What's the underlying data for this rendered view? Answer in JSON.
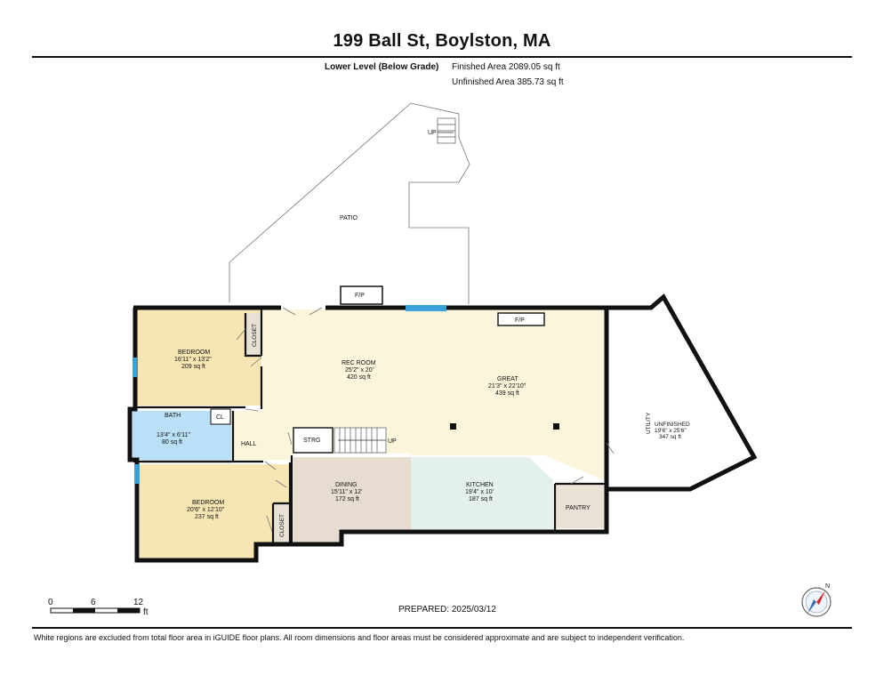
{
  "header": {
    "title": "199 Ball St, Boylston, MA",
    "level_label": "Lower Level (Below Grade)",
    "finished_area": "Finished Area 2089.05 sq ft",
    "unfinished_area": "Unfinished Area 385.73 sq ft"
  },
  "rooms": {
    "bedroom1": {
      "name": "BEDROOM",
      "dims": "16'11\" x 13'2\"",
      "area": "209 sq ft"
    },
    "closet1": {
      "name": "CLOSET"
    },
    "bath": {
      "name": "BATH",
      "dims": "13'4\" x 6'11\"",
      "area": "80 sq ft"
    },
    "cl": {
      "name": "CL"
    },
    "hall": {
      "name": "HALL"
    },
    "bedroom2": {
      "name": "BEDROOM",
      "dims": "20'6\" x 12'10\"",
      "area": "237 sq ft"
    },
    "closet2": {
      "name": "CLOSET"
    },
    "rec_room": {
      "name": "REC ROOM",
      "dims": "25'2\" x 20'",
      "area": "420 sq ft"
    },
    "great": {
      "name": "GREAT",
      "dims": "21'3\" x 22'10\"",
      "area": "439 sq ft"
    },
    "strg": {
      "name": "STRG"
    },
    "dining": {
      "name": "DINING",
      "dims": "15'11\" x 12'",
      "area": "172 sq ft"
    },
    "kitchen": {
      "name": "KITCHEN",
      "dims": "19'4\" x 10'",
      "area": "187 sq ft"
    },
    "pantry": {
      "name": "PANTRY"
    },
    "utility": {
      "name": "UTILITY"
    },
    "unfinished": {
      "name": "UNFINISHED",
      "dims": "19'6\" x 25'6\"",
      "area": "347 sq ft"
    },
    "patio": {
      "name": "PATIO"
    },
    "fp_outside": {
      "name": "F/P"
    },
    "fp_great": {
      "name": "F/P"
    },
    "up_stairs_patio": {
      "name": "UP"
    },
    "up_stairs_inside": {
      "name": "UP"
    }
  },
  "scale": {
    "tick0": "0",
    "tick1": "6",
    "tick2": "12",
    "unit": "ft"
  },
  "compass": {
    "label": "N"
  },
  "footer": {
    "prepared": "PREPARED: 2025/03/12",
    "disclaimer": "White regions are excluded from total floor area in iGUIDE floor plans. All room dimensions and floor areas must be considered approximate and are subject to independent verification."
  },
  "colors": {
    "bedroom": "#f7e6b3",
    "bath": "#b9e0f7",
    "rec_great": "#fbf5dc",
    "dining": "#e6ddd0",
    "kitchen": "#e4f1ea",
    "pantry": "#e9e1d6",
    "window": "#3aa0d8",
    "wall": "#111111"
  }
}
